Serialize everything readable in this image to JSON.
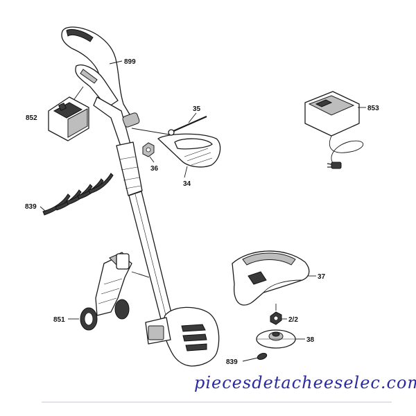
{
  "callouts": {
    "handle": "899",
    "battery": "852",
    "charger": "853",
    "screw": "35",
    "nut": "36",
    "aux_handle": "34",
    "spool_line_set": "839",
    "spool_line_single": "839",
    "wheels": "851",
    "guard": "37",
    "spool_cap": "2/2",
    "spool": "38"
  },
  "watermark": {
    "text": "piecesdetacheeselec.com",
    "color": "#2a2aa0"
  }
}
